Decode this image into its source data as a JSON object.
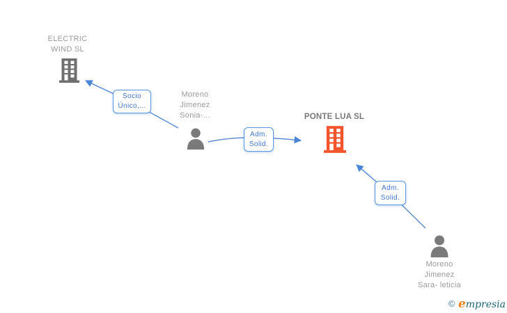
{
  "diagram": {
    "type": "company-relationship-graph",
    "nodes": {
      "electric_wind": {
        "line1": "ELECTRIC",
        "line2": "WIND SL",
        "kind": "company",
        "icon": "building-icon",
        "color": "#6f6f6f"
      },
      "ponte_lua": {
        "label": "PONTE LUA SL",
        "kind": "company",
        "icon": "building-icon",
        "color": "#f4542c",
        "highlighted": true
      },
      "person_sonia": {
        "line1": "Moreno",
        "line2": "Jimenez",
        "line3": "Sonia-...",
        "kind": "person",
        "icon": "person-icon",
        "color": "#7a7a7a"
      },
      "person_sara": {
        "line1": "Moreno",
        "line2": "Jimenez",
        "line3": "Sara- leticia",
        "kind": "person",
        "icon": "person-icon",
        "color": "#7a7a7a"
      }
    },
    "edges": {
      "socio_unico": {
        "line1": "Socio",
        "line2": "Único,...",
        "from": "person_sonia",
        "to": "electric_wind"
      },
      "adm_solid_1": {
        "line1": "Adm.",
        "line2": "Solid.",
        "from": "person_sonia",
        "to": "ponte_lua"
      },
      "adm_solid_2": {
        "line1": "Adm.",
        "line2": "Solid.",
        "from": "person_sara",
        "to": "ponte_lua"
      }
    },
    "colors": {
      "edge_line": "#5b8cd6",
      "arrowhead": "#4a86d8",
      "box_border": "#5a96e0",
      "box_text": "#3f77cf",
      "company_gray": "#6f6f6f",
      "company_orange": "#f4542c",
      "person_gray": "#7a7a7a",
      "label_gray": "#9a9a9a",
      "highlight_label_gray": "#787878"
    }
  },
  "footer": {
    "copyright_symbol": "©",
    "brand_first_letter": "e",
    "brand_rest": "mpresia"
  }
}
